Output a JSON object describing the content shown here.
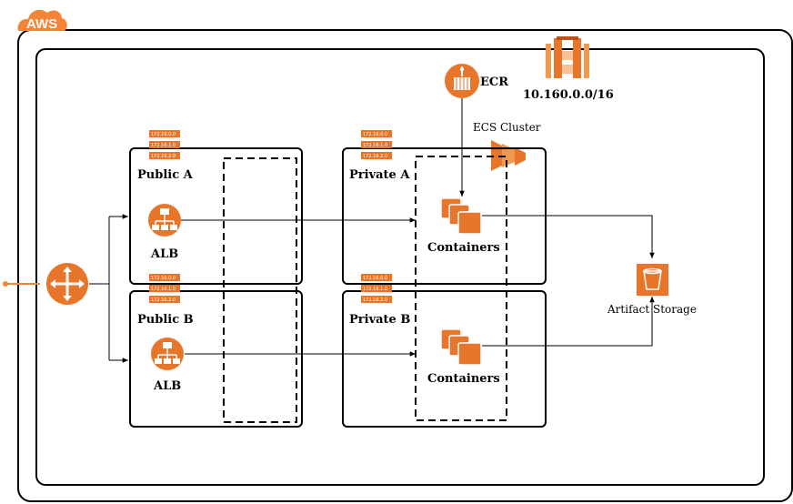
{
  "cloud": {
    "badge": "AWS"
  },
  "vpc": {
    "cidr": "10.160.0.0/16"
  },
  "ecr": {
    "label": "ECR"
  },
  "ecs": {
    "label": "ECS Cluster"
  },
  "subnets": {
    "public_a": {
      "label": "Public A"
    },
    "public_b": {
      "label": "Public B"
    },
    "private_a": {
      "label": "Private A"
    },
    "private_b": {
      "label": "Private B"
    }
  },
  "route_table": {
    "rows": [
      "172.16.0.0",
      "172.16.1.0",
      "172.16.2.0"
    ]
  },
  "alb": {
    "label": "ALB"
  },
  "containers": {
    "label": "Containers"
  },
  "storage": {
    "label": "Artifact Storage"
  },
  "colors": {
    "aws_orange": "#f58536",
    "icon_orange": "#e7762b",
    "line": "#000000"
  }
}
